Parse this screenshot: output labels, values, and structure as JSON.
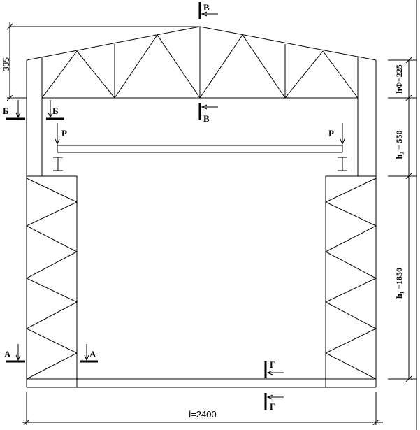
{
  "drawing": {
    "overall_height_label": "335",
    "span_label": "l=2400",
    "dimensions": {
      "truss_height": "hΦ=225",
      "upper_column": "h₂ = 550",
      "lower_column": "h₁ =1850"
    },
    "sections": {
      "A": "А",
      "B": "Б",
      "V": "В",
      "G": "Г"
    },
    "load_label": "P"
  }
}
